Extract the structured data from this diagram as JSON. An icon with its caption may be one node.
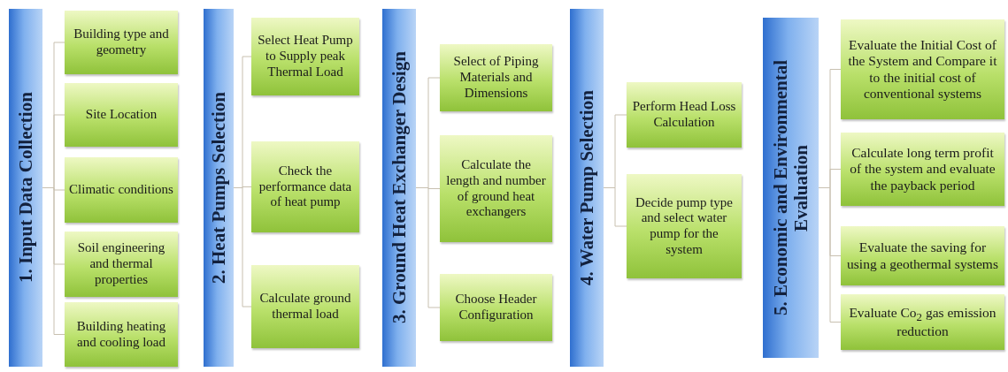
{
  "diagram": {
    "nodes": [
      {
        "text": [
          "1. Input Data Collection"
        ]
      },
      {
        "text": [
          "Building type and geometry"
        ]
      },
      {
        "text": [
          "Site Location"
        ]
      },
      {
        "text": [
          "Climatic conditions"
        ]
      },
      {
        "text": [
          "Soil engineering and thermal properties"
        ]
      },
      {
        "text": [
          "Building heating and cooling load"
        ]
      },
      {
        "text": [
          "2. Heat Pumps Selection"
        ]
      },
      {
        "text": [
          "Select Heat Pump to Supply peak Thermal Load"
        ]
      },
      {
        "text": [
          "Check the performance data of heat pump"
        ]
      },
      {
        "text": [
          "Calculate ground thermal load"
        ]
      },
      {
        "text": [
          "3. Ground Heat Exchanger Design"
        ]
      },
      {
        "text": [
          "Select of Piping Materials and Dimensions"
        ]
      },
      {
        "text": [
          "Calculate the length and number of ground heat exchangers"
        ]
      },
      {
        "text": [
          "Choose Header Configuration"
        ]
      },
      {
        "text": [
          "4. Water Pump Selection"
        ]
      },
      {
        "text": [
          "Perform Head Loss Calculation"
        ]
      },
      {
        "text": [
          "Decide pump type and select water pump for the system"
        ]
      },
      {
        "text": [
          "5. Economic and Environmental Evaluation"
        ]
      },
      {
        "text": [
          "Evaluate the Initial Cost of the System and Compare it to the initial cost of conventional systems"
        ]
      },
      {
        "text": [
          "Calculate long term profit of the system and evaluate the payback period"
        ]
      },
      {
        "text": [
          "Evaluate the saving for using a geothermal systems"
        ]
      },
      {
        "text": [
          "Evaluate Co$_{2}$ gas emission reduction"
        ]
      }
    ],
    "edges": [
      {
        "from": 0,
        "to": 1,
        "arrow": "none"
      },
      {
        "from": 0,
        "to": 2,
        "arrow": "none"
      },
      {
        "from": 0,
        "to": 3,
        "arrow": "none"
      },
      {
        "from": 0,
        "to": 4,
        "arrow": "none"
      },
      {
        "from": 0,
        "to": 5,
        "arrow": "none"
      },
      {
        "from": 6,
        "to": 7,
        "arrow": "none"
      },
      {
        "from": 6,
        "to": 8,
        "arrow": "none"
      },
      {
        "from": 6,
        "to": 9,
        "arrow": "none"
      },
      {
        "from": 10,
        "to": 11,
        "arrow": "none"
      },
      {
        "from": 10,
        "to": 12,
        "arrow": "none"
      },
      {
        "from": 10,
        "to": 13,
        "arrow": "none"
      },
      {
        "from": 14,
        "to": 15,
        "arrow": "none"
      },
      {
        "from": 14,
        "to": 16,
        "arrow": "none"
      },
      {
        "from": 17,
        "to": 18,
        "arrow": "none"
      },
      {
        "from": 17,
        "to": 19,
        "arrow": "none"
      },
      {
        "from": 17,
        "to": 20,
        "arrow": "none"
      },
      {
        "from": 17,
        "to": 21,
        "arrow": "none"
      }
    ]
  }
}
